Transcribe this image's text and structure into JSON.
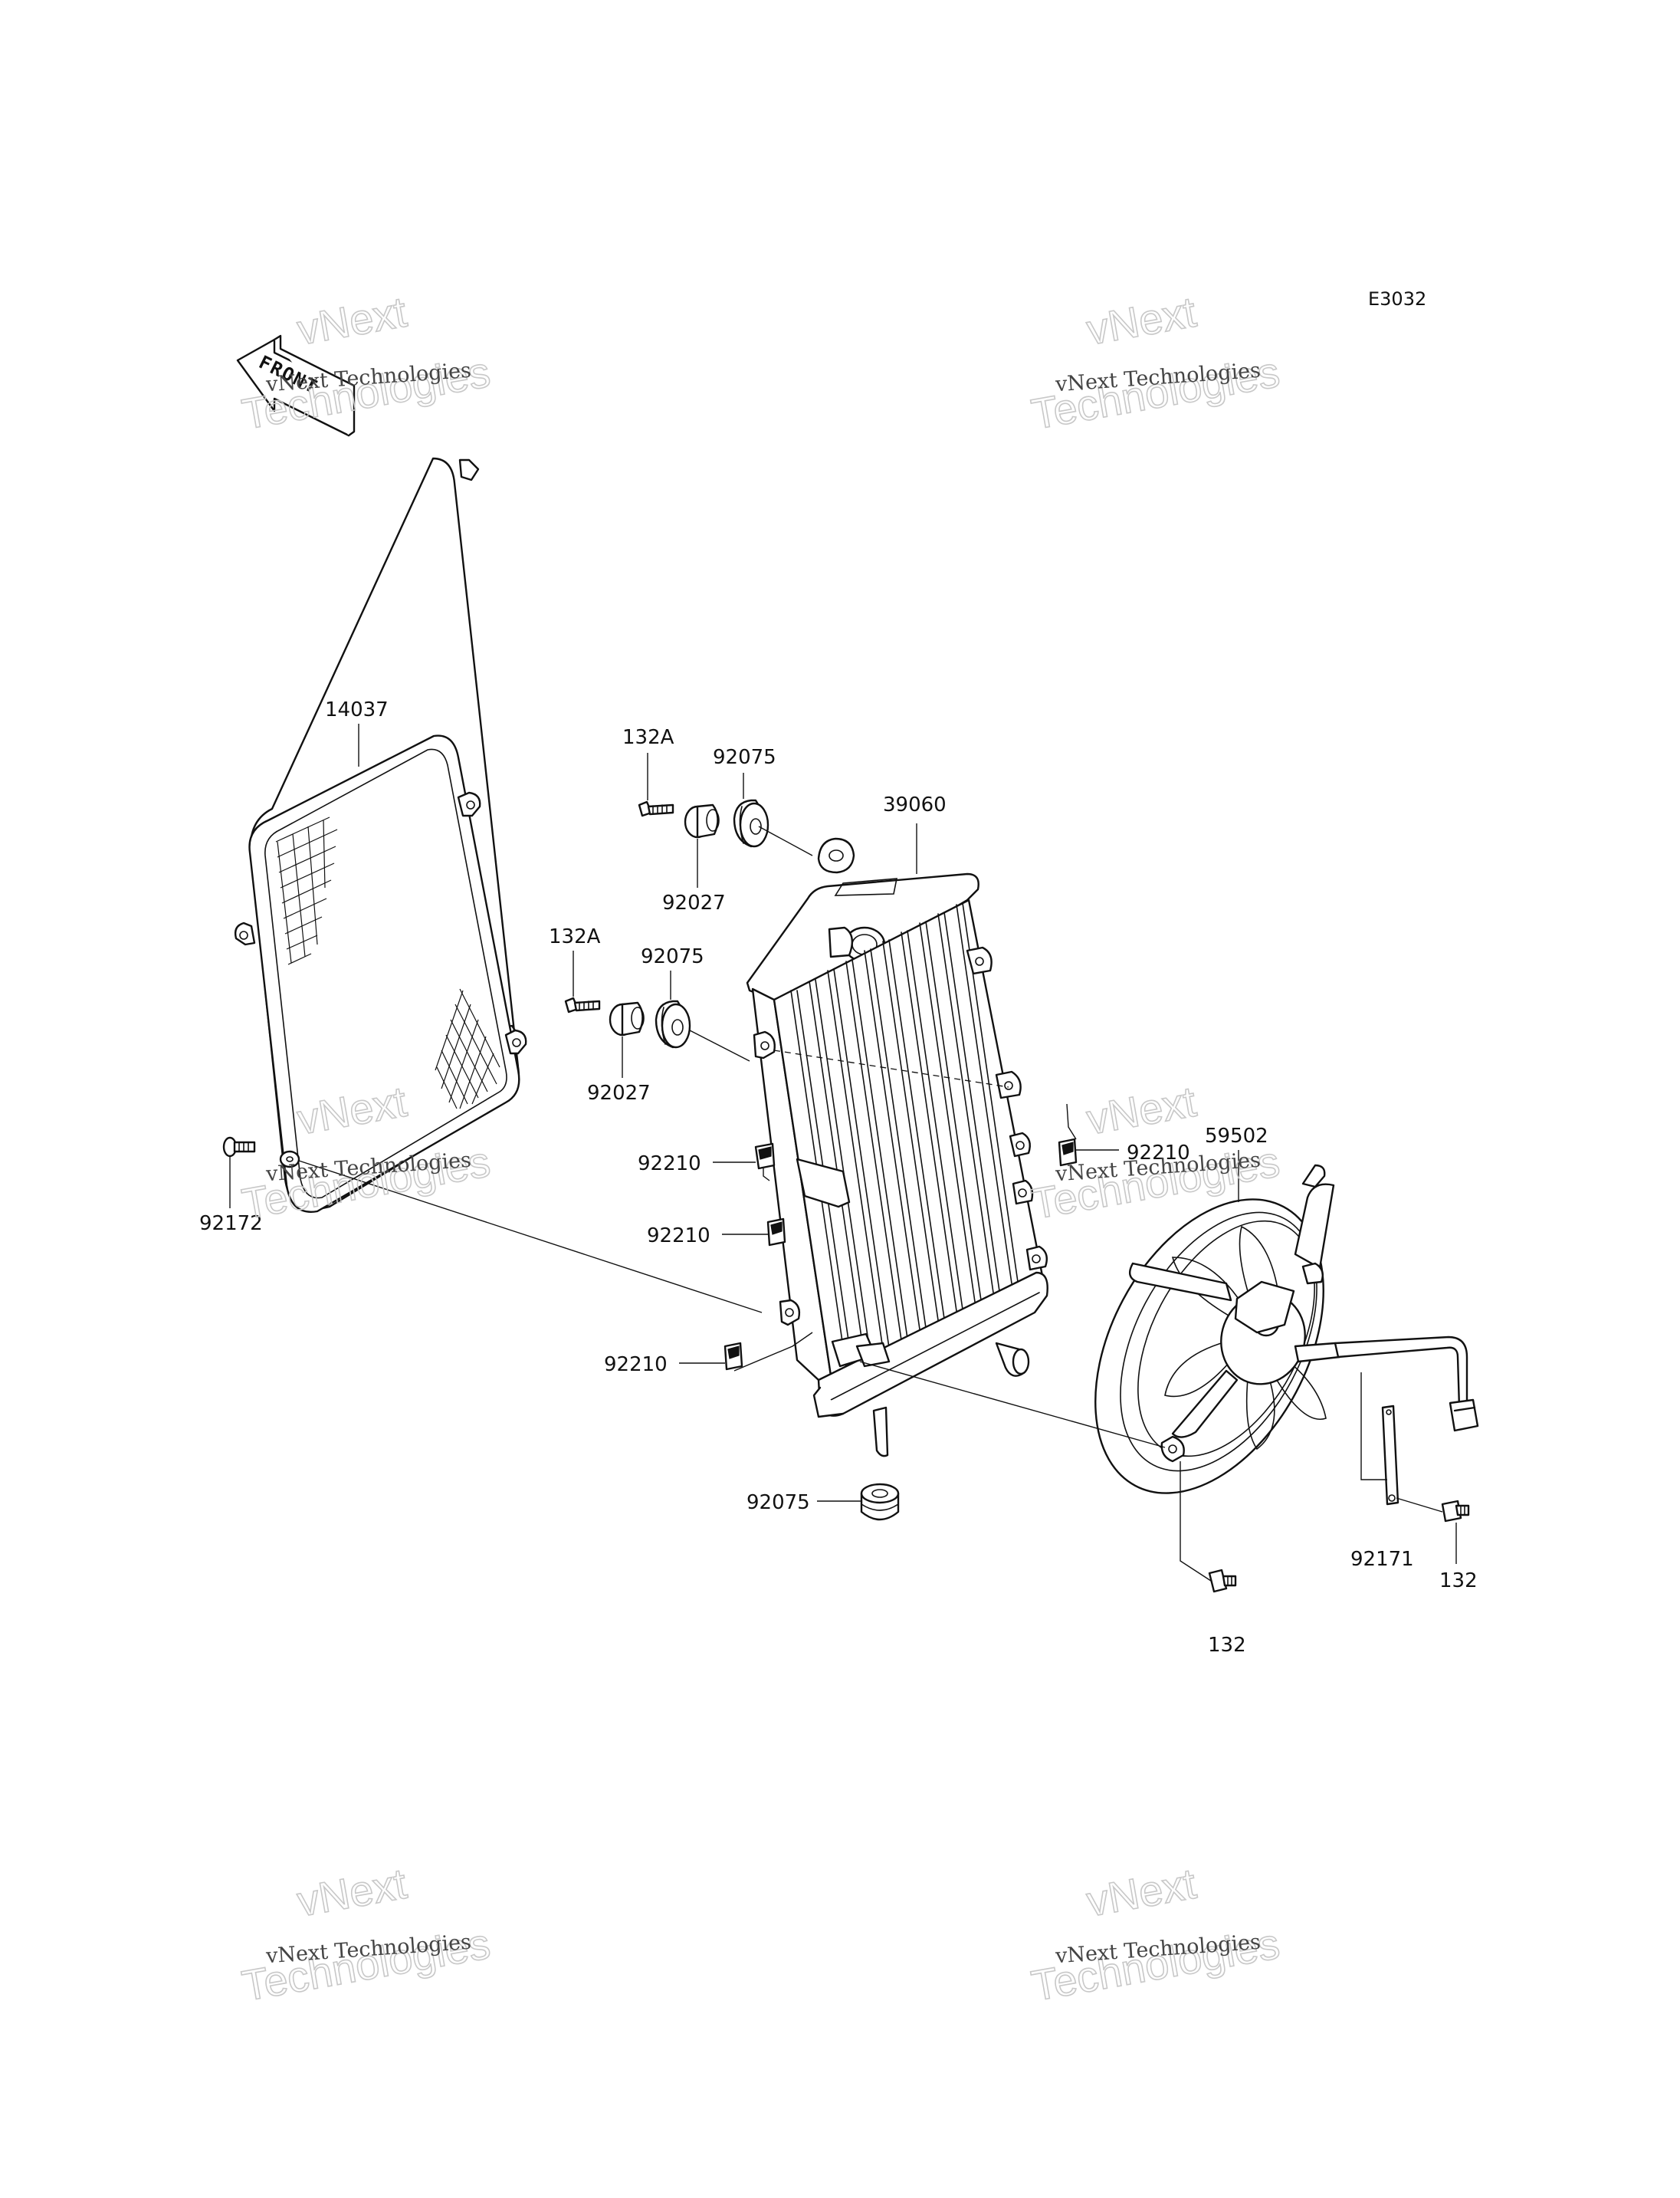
{
  "diagram_code": "E3032",
  "front_label": "FRONT",
  "watermarks": [
    {
      "line1": "vNext",
      "line2": "Technologies",
      "overlay": "vNext Technologies"
    },
    {
      "line1": "vNext",
      "line2": "Technologies",
      "overlay": "vNext Technologies"
    },
    {
      "line1": "vNext",
      "line2": "Technologies",
      "overlay": "vNext Technologies"
    },
    {
      "line1": "vNext",
      "line2": "Technologies",
      "overlay": "vNext Technologies"
    },
    {
      "line1": "vNext",
      "line2": "Technologies",
      "overlay": "vNext Technologies"
    },
    {
      "line1": "vNext",
      "line2": "Technologies",
      "overlay": "vNext Technologies"
    }
  ],
  "callouts": {
    "screen": "14037",
    "radiator": "39060",
    "fan": "59502",
    "bolt_upper": "132A",
    "bolt_middle": "132A",
    "damper_upper": "92075",
    "damper_middle": "92075",
    "damper_bottom": "92075",
    "collar_upper": "92027",
    "collar_middle": "92027",
    "nut_left_1": "92210",
    "nut_left_2": "92210",
    "nut_left_3": "92210",
    "nut_right": "92210",
    "screw_left": "92172",
    "clamp": "92171",
    "bolt_fan_bottom": "132",
    "bolt_fan_right": "132"
  }
}
